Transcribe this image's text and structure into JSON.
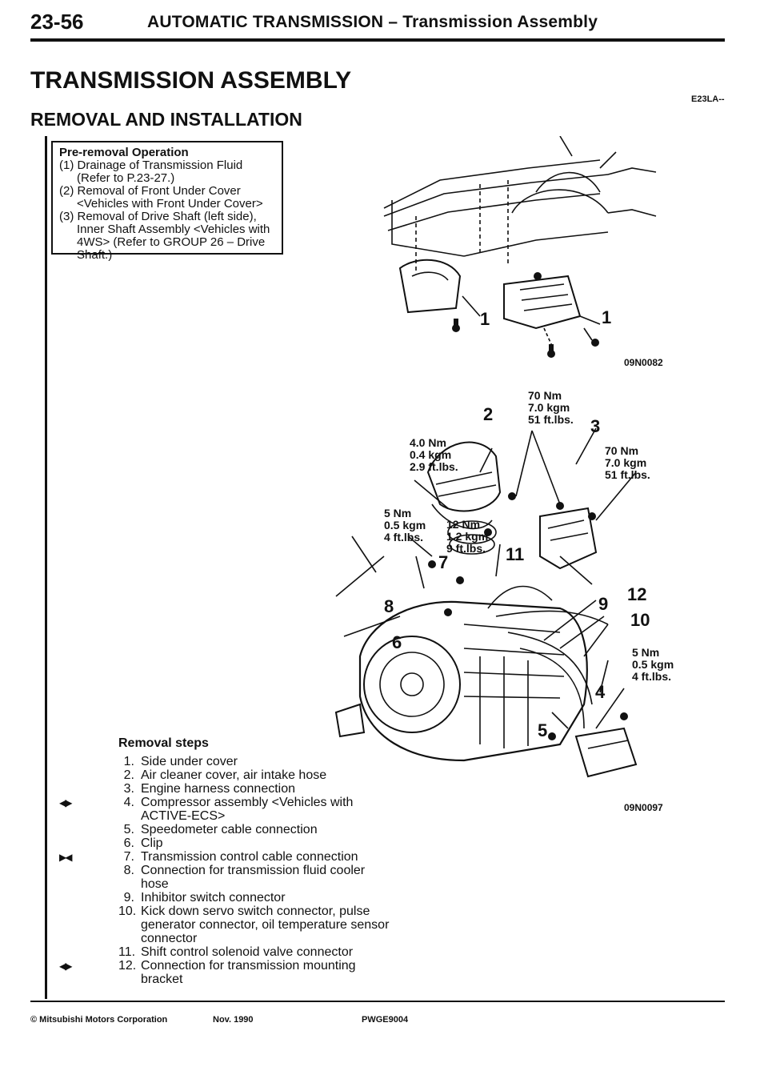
{
  "header": {
    "page_number": "23-56",
    "title": "AUTOMATIC TRANSMISSION – Transmission Assembly"
  },
  "section": {
    "title": "TRANSMISSION ASSEMBLY",
    "code": "E23LA--",
    "subtitle": "REMOVAL AND INSTALLATION"
  },
  "pre_removal": {
    "title": "Pre-removal Operation",
    "items": [
      "(1) Drainage of Transmission Fluid (Refer to P.23-27.)",
      "(2) Removal of Front Under Cover <Vehicles with Front Under Cover>",
      "(3) Removal of Drive Shaft (left side), Inner Shaft Assembly <Vehicles with 4WS> (Refer to GROUP 26 – Drive Shaft.)"
    ]
  },
  "diagram_top": {
    "code": "09N0082",
    "callouts": [
      "1",
      "1"
    ]
  },
  "diagram_main": {
    "code": "09N0097",
    "callouts": [
      "2",
      "3",
      "11",
      "7",
      "8",
      "6",
      "12",
      "9",
      "10",
      "4",
      "5"
    ],
    "torques": {
      "t1": "70 Nm\n7.0 kgm\n51 ft.lbs.",
      "t2": "4.0 Nm\n0.4 kgm\n2.9 ft.lbs.",
      "t3": "70 Nm\n7.0 kgm\n51 ft.lbs.",
      "t4": "5 Nm\n0.5 kgm\n4 ft.lbs.",
      "t5": "12 Nm\n1.2 kgm\n9 ft.lbs.",
      "t6": "5 Nm\n0.5 kgm\n4 ft.lbs."
    }
  },
  "removal_steps": {
    "title": "Removal steps",
    "items": [
      {
        "num": "1.",
        "text": "Side under cover",
        "mark": ""
      },
      {
        "num": "2.",
        "text": "Air cleaner cover, air intake hose",
        "mark": ""
      },
      {
        "num": "3.",
        "text": "Engine harness connection",
        "mark": ""
      },
      {
        "num": "4.",
        "text": "Compressor assembly <Vehicles with ACTIVE-ECS>",
        "mark": "◀▶"
      },
      {
        "num": "5.",
        "text": "Speedometer cable connection",
        "mark": ""
      },
      {
        "num": "6.",
        "text": "Clip",
        "mark": ""
      },
      {
        "num": "7.",
        "text": "Transmission control cable connection",
        "mark": "▶◀"
      },
      {
        "num": "8.",
        "text": "Connection for transmission fluid cooler hose",
        "mark": ""
      },
      {
        "num": "9.",
        "text": "Inhibitor switch connector",
        "mark": ""
      },
      {
        "num": "10.",
        "text": "Kick down servo switch connector, pulse generator connector, oil temperature sensor connector",
        "mark": ""
      },
      {
        "num": "11.",
        "text": "Shift control solenoid valve connector",
        "mark": ""
      },
      {
        "num": "12.",
        "text": "Connection for transmission mounting bracket",
        "mark": "◀▶"
      }
    ]
  },
  "footer": {
    "copyright": "© Mitsubishi Motors Corporation",
    "date": "Nov. 1990",
    "code": "PWGE9004"
  }
}
